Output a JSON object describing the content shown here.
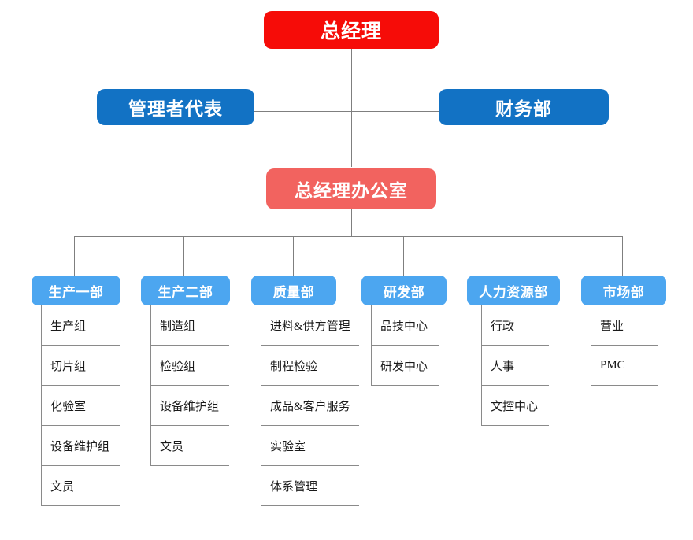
{
  "colors": {
    "ceo": "#f60c08",
    "exec": "#1272c4",
    "office": "#f2635f",
    "dept": "#4ca6f0",
    "line": "#7f7f7f",
    "sub_text": "#1a1a1a",
    "background": "#ffffff"
  },
  "top": {
    "label": "总经理"
  },
  "executives": [
    {
      "label": "管理者代表"
    },
    {
      "label": "财务部"
    }
  ],
  "office": {
    "label": "总经理办公室"
  },
  "departments": [
    {
      "label": "生产一部",
      "items": [
        "生产组",
        "切片组",
        "化验室",
        "设备维护组",
        "文员"
      ]
    },
    {
      "label": "生产二部",
      "items": [
        "制造组",
        "检验组",
        "设备维护组",
        "文员"
      ]
    },
    {
      "label": "质量部",
      "items": [
        "进料&供方管理",
        "制程检验",
        "成品&客户服务",
        "实验室",
        "体系管理"
      ]
    },
    {
      "label": "研发部",
      "items": [
        "品技中心",
        "研发中心"
      ]
    },
    {
      "label": "人力资源部",
      "items": [
        "行政",
        "人事",
        "文控中心"
      ]
    },
    {
      "label": "市场部",
      "items": [
        "营业",
        "PMC"
      ]
    }
  ]
}
